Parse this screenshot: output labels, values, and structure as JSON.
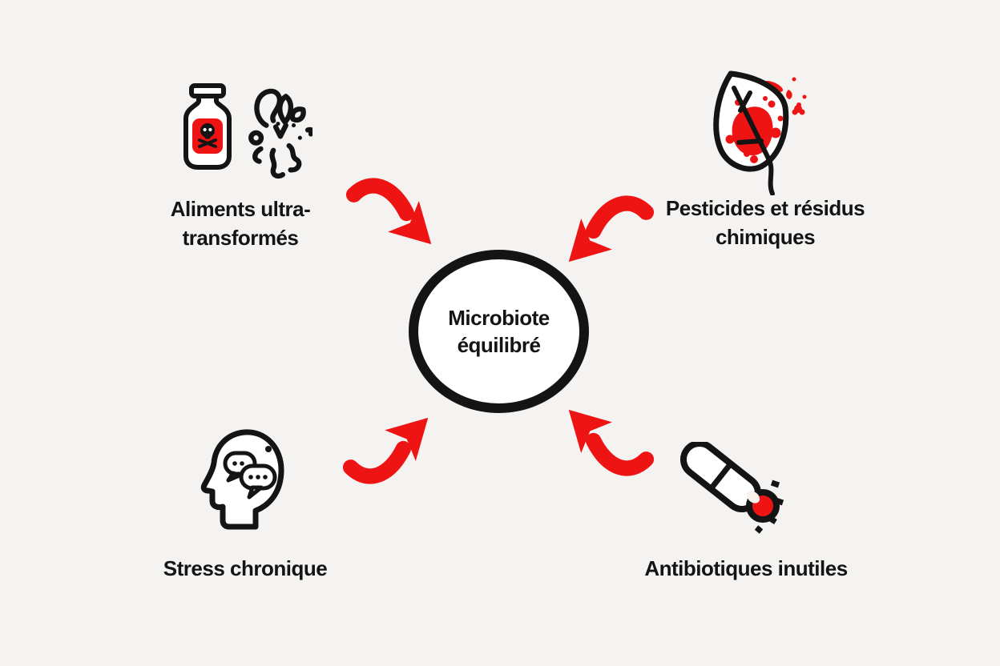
{
  "diagram": {
    "type": "hub-and-spoke infographic",
    "language": "fr",
    "colors": {
      "background": "#f4f3f1",
      "accent_red": "#ee1414",
      "ink": "#141414"
    },
    "center_node": {
      "line1": "Microbiote",
      "line2": "équilibré"
    },
    "factors": {
      "ultra_processed": {
        "line1": "Aliments ultra-",
        "line2": "transformés",
        "icons": [
          "poison-bottle-icon",
          "splash-icon"
        ]
      },
      "pesticides": {
        "line1": "Pesticides et résidus",
        "line2": "chimiques",
        "icons": [
          "sprayed-leaf-icon"
        ]
      },
      "stress": {
        "line1": "Stress chronique",
        "icons": [
          "stressed-head-icon"
        ]
      },
      "antibiotics": {
        "line1": "Antibiotiques inutiles",
        "icons": [
          "antibiotic-capsule-icon"
        ]
      }
    },
    "arrows": {
      "count": 4,
      "color": "#ee1414",
      "style": "thick curved hand-drawn, pointing toward center",
      "directions": [
        "down-right",
        "down-left",
        "up-right",
        "up-left"
      ]
    }
  }
}
